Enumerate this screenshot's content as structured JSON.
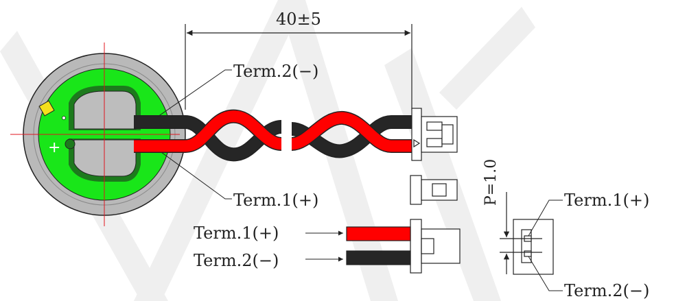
{
  "dimension": {
    "length_label": "40±5"
  },
  "pitch": {
    "label": "P=1.0"
  },
  "terminals": {
    "cell_top": "Term.2(−)",
    "cell_bottom": "Term.1(+)",
    "wire_red": "Term.1(+)",
    "wire_black": "Term.2(−)",
    "side_top": "Term.1(+)",
    "side_bottom": "Term.2(−)"
  },
  "colors": {
    "pcb_green": "#19e619",
    "cell_grey": "#b9b9b9",
    "wire_red": "#ff0000",
    "wire_black": "#262626",
    "centerline": "#e0141e",
    "watermark": "#eeeeee",
    "pad_yellow": "#f4e01c"
  }
}
